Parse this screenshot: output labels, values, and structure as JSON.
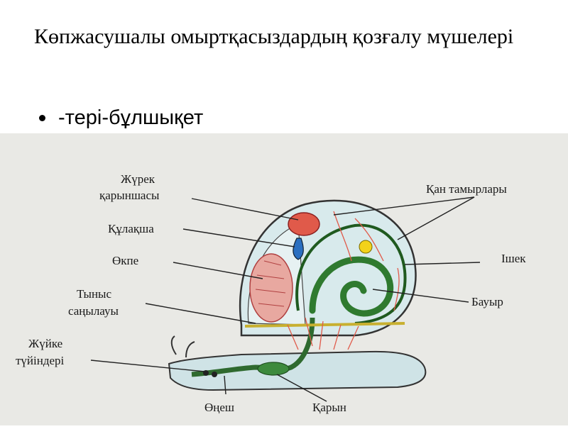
{
  "slide": {
    "title": "Көпжасушалы омыртқасыздардың қозғалу мүшелері",
    "bullet": "-тері-бұлшықет"
  },
  "figure": {
    "labels": {
      "heart_ventricle_line1": "Жүрек",
      "heart_ventricle_line2": "қарыншасы",
      "atrium": "Құлақша",
      "lung": "Өкпе",
      "breathing_pore_line1": "Тыныс",
      "breathing_pore_line2": "саңылауы",
      "nerve_ganglia_line1": "Жүйке",
      "nerve_ganglia_line2": "түйіндері",
      "pharynx": "Өңеш",
      "stomach": "Қарын",
      "blood_vessels": "Қан тамырлары",
      "intestine": "Ішек",
      "liver": "Бауыр"
    }
  }
}
